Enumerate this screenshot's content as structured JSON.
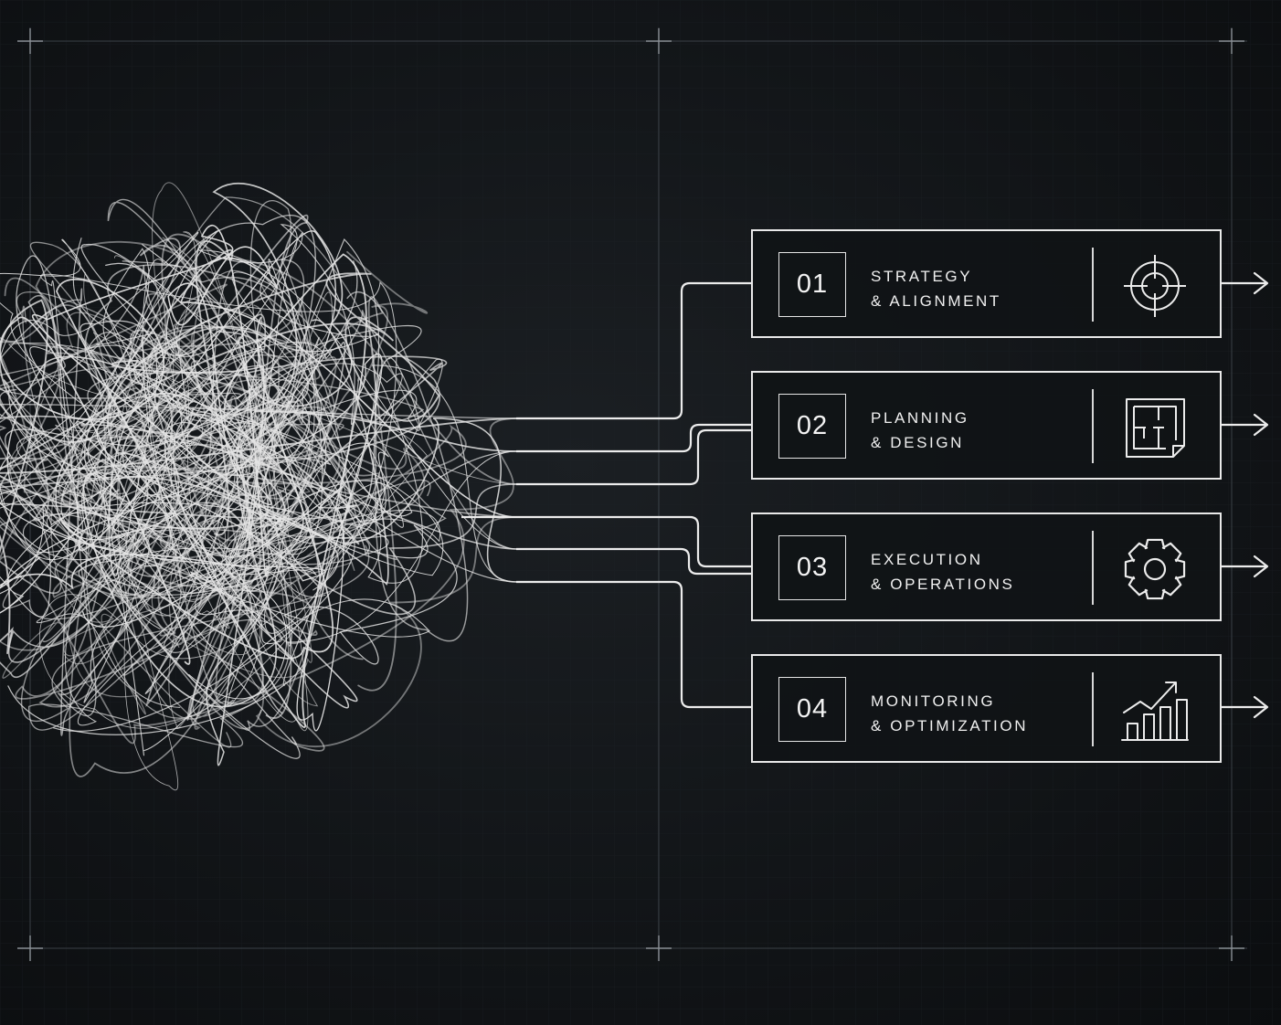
{
  "colors": {
    "background": "#121518",
    "line": "#e9e9e9",
    "grid": "#1e2328",
    "text": "#f2f2f2"
  },
  "steps": [
    {
      "number": "01",
      "title_line1": "STRATEGY",
      "title_line2": "& ALIGNMENT",
      "icon": "target-icon"
    },
    {
      "number": "02",
      "title_line1": "PLANNING",
      "title_line2": "& DESIGN",
      "icon": "blueprint-icon"
    },
    {
      "number": "03",
      "title_line1": "EXECUTION",
      "title_line2": "& OPERATIONS",
      "icon": "gear-icon"
    },
    {
      "number": "04",
      "title_line1": "MONITORING",
      "title_line2": "& OPTIMIZATION",
      "icon": "growth-chart-icon"
    }
  ]
}
